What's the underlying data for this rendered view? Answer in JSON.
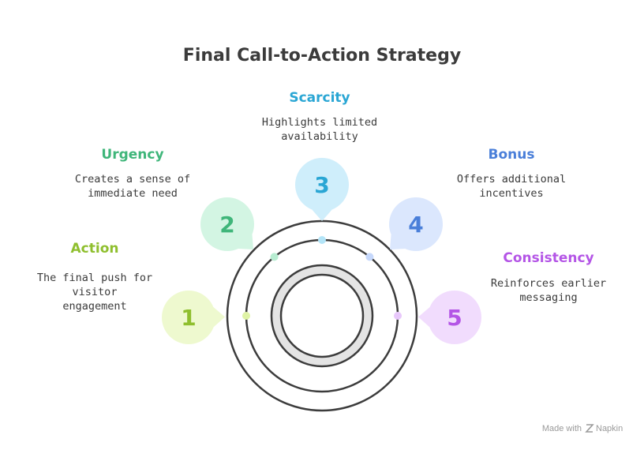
{
  "title": "Final Call-to-Action Strategy",
  "steps": [
    {
      "number": "1",
      "heading": "Action",
      "desc": [
        "The final push for",
        "visitor",
        "engagement"
      ],
      "color": "#8fbf2e",
      "fill": "#eef9cf",
      "dot": "#dff3a6"
    },
    {
      "number": "2",
      "heading": "Urgency",
      "desc": [
        "Creates a sense of",
        "immediate need"
      ],
      "color": "#3fb67a",
      "fill": "#d3f5e3",
      "dot": "#b8edd2"
    },
    {
      "number": "3",
      "heading": "Scarcity",
      "desc": [
        "Highlights limited",
        "availability"
      ],
      "color": "#2aa6d4",
      "fill": "#cfeefb",
      "dot": "#b3e4f7"
    },
    {
      "number": "4",
      "heading": "Bonus",
      "desc": [
        "Offers additional",
        "incentives"
      ],
      "color": "#4a7fd9",
      "fill": "#dbe7fd",
      "dot": "#c6d8fb"
    },
    {
      "number": "5",
      "heading": "Consistency",
      "desc": [
        "Reinforces earlier",
        "messaging"
      ],
      "color": "#b455e6",
      "fill": "#f1dcfd",
      "dot": "#e8c8fb"
    }
  ],
  "credit": {
    "prefix": "Made with",
    "brand": "Napkin",
    "icon": "napkin-logo-icon"
  }
}
